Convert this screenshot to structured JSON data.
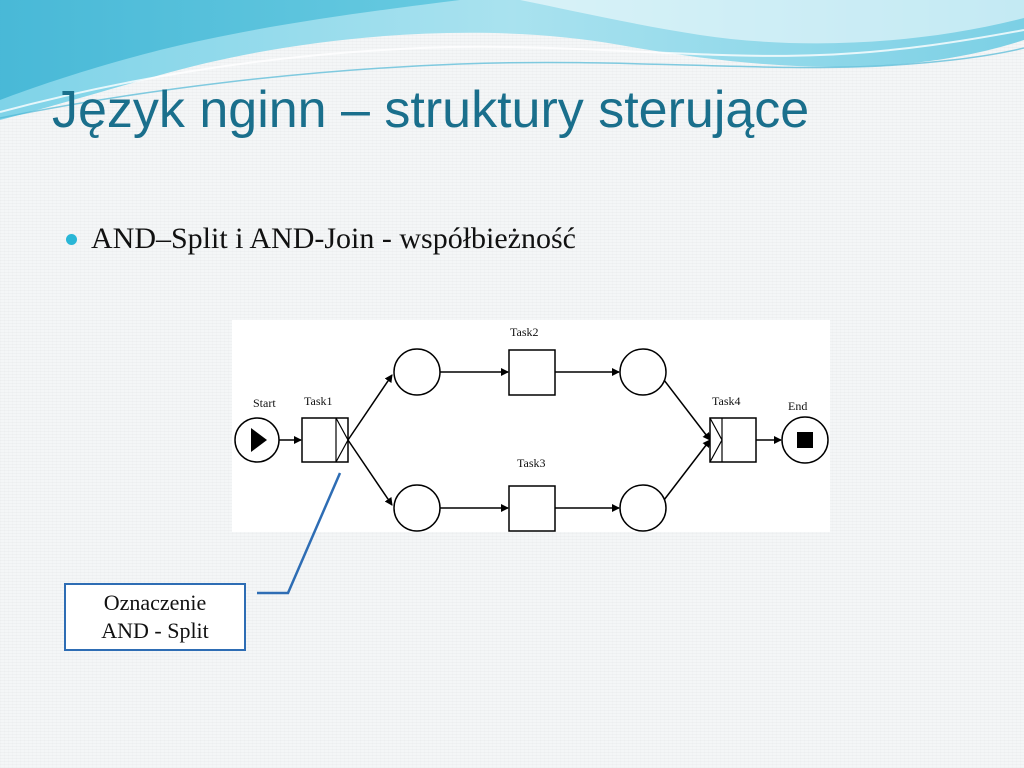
{
  "slide": {
    "title": "Język nginn – struktury sterujące",
    "bullet": "AND–Split i AND-Join - współbieżność"
  },
  "diagram": {
    "labels": {
      "start": "Start",
      "task1": "Task1",
      "task2": "Task2",
      "task3": "Task3",
      "task4": "Task4",
      "end": "End"
    }
  },
  "callout": {
    "line1": "Oznaczenie",
    "line2": "AND - Split"
  },
  "colors": {
    "title": "#1a6f8c",
    "bullet": "#29b6d6",
    "callout_border": "#2e6db4",
    "wave_light": "#bfe9f3",
    "wave_dark": "#58c3dc"
  }
}
